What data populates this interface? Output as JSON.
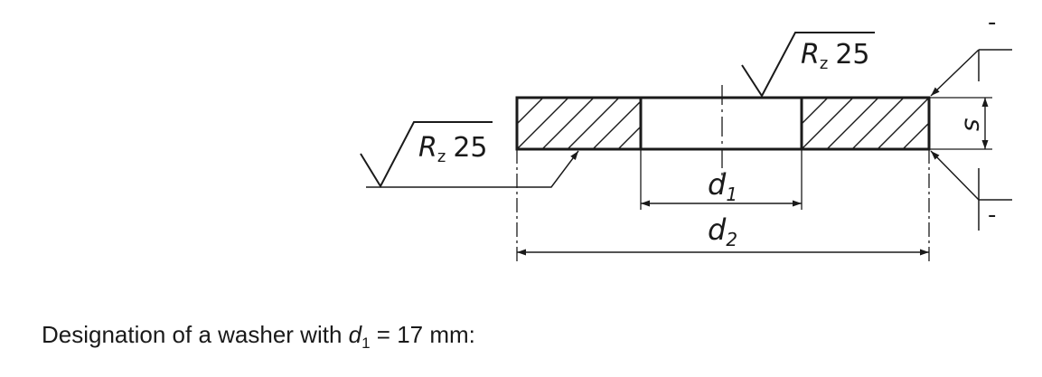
{
  "drawing": {
    "roughness_top": {
      "symbol": "R",
      "sub": "z",
      "value": "25"
    },
    "roughness_left": {
      "symbol": "R",
      "sub": "z",
      "value": "25"
    },
    "dim_inner": {
      "symbol": "d",
      "sub": "1"
    },
    "dim_outer": {
      "symbol": "d",
      "sub": "2"
    },
    "dim_thickness": {
      "symbol": "s"
    },
    "tol_top": "-",
    "tol_bottom": "-"
  },
  "caption": {
    "prefix": "Designation of a washer with ",
    "var": "d",
    "var_sub": "1",
    "suffix": " = 17 mm:"
  }
}
